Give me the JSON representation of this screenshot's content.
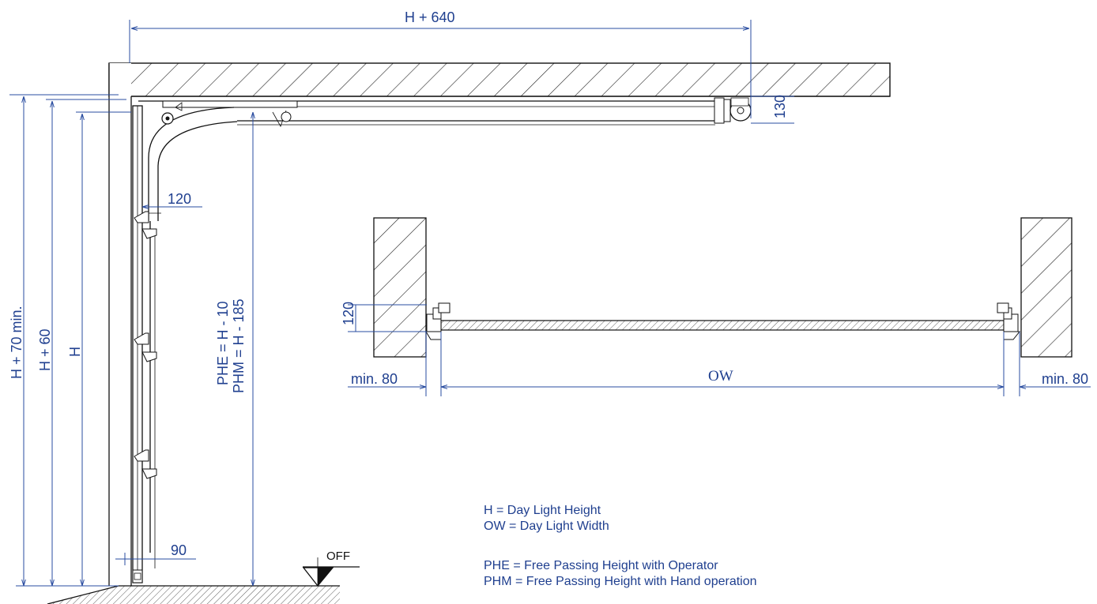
{
  "dimensions": {
    "top_width": "H + 640",
    "rail_height": "130",
    "headroom_side": "120",
    "bottom_side": "90",
    "left_outer": "H + 70 min.",
    "left_mid": "H + 60",
    "left_inner": "H",
    "passing_phe": "PHE = H - 10",
    "passing_phm": "PHM = H - 185",
    "plan_depth": "120",
    "plan_left": "min. 80",
    "plan_width": "OW",
    "plan_right": "min. 80",
    "floor_mark": "OFF"
  },
  "legend": [
    "H = Day Light Height",
    "OW = Day Light Width",
    "PHE = Free Passing Height with Operator",
    "PHM = Free Passing Height with Hand operation"
  ],
  "colors": {
    "dimension": "#1f3f8f",
    "line": "#111111"
  }
}
